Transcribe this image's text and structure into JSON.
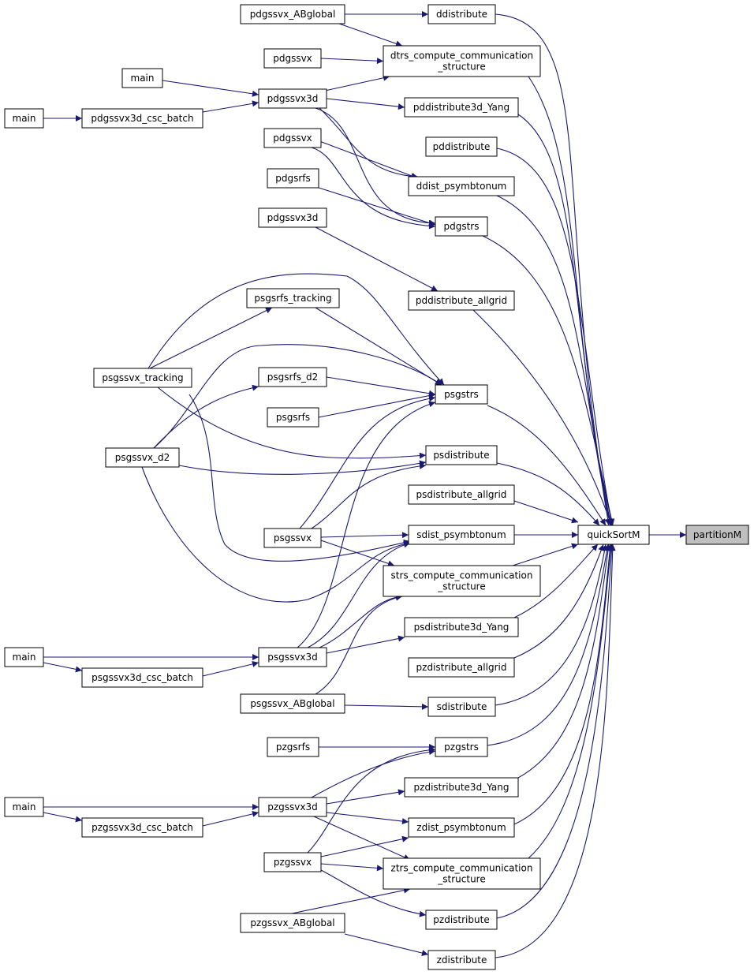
{
  "diagram": {
    "colors": {
      "edge": "#191970",
      "node_border": "#000000",
      "node_fill": "#ffffff",
      "focus_fill": "#bfbfbf"
    },
    "focus": "partitionM",
    "nodes": [
      {
        "id": "partitionM",
        "lines": [
          "partitionM"
        ]
      },
      {
        "id": "quickSortM",
        "lines": [
          "quickSortM"
        ]
      },
      {
        "id": "ddistribute",
        "lines": [
          "ddistribute"
        ]
      },
      {
        "id": "dtrs_ccs",
        "lines": [
          "dtrs_compute_communication",
          "_structure"
        ]
      },
      {
        "id": "pddistribute3d_Yang",
        "lines": [
          "pddistribute3d_Yang"
        ]
      },
      {
        "id": "pddistribute",
        "lines": [
          "pddistribute"
        ]
      },
      {
        "id": "ddist_psymbtonum",
        "lines": [
          "ddist_psymbtonum"
        ]
      },
      {
        "id": "pdgstrs",
        "lines": [
          "pdgstrs"
        ]
      },
      {
        "id": "pddistribute_allgrid",
        "lines": [
          "pddistribute_allgrid"
        ]
      },
      {
        "id": "psgstrs",
        "lines": [
          "psgstrs"
        ]
      },
      {
        "id": "psdistribute",
        "lines": [
          "psdistribute"
        ]
      },
      {
        "id": "psdistribute_allgrid",
        "lines": [
          "psdistribute_allgrid"
        ]
      },
      {
        "id": "sdist_psymbtonum",
        "lines": [
          "sdist_psymbtonum"
        ]
      },
      {
        "id": "strs_ccs",
        "lines": [
          "strs_compute_communication",
          "_structure"
        ]
      },
      {
        "id": "psdistribute3d_Yang",
        "lines": [
          "psdistribute3d_Yang"
        ]
      },
      {
        "id": "pzdistribute_allgrid",
        "lines": [
          "pzdistribute_allgrid"
        ]
      },
      {
        "id": "sdistribute",
        "lines": [
          "sdistribute"
        ]
      },
      {
        "id": "pzgstrs",
        "lines": [
          "pzgstrs"
        ]
      },
      {
        "id": "pzdistribute3d_Yang",
        "lines": [
          "pzdistribute3d_Yang"
        ]
      },
      {
        "id": "zdist_psymbtonum",
        "lines": [
          "zdist_psymbtonum"
        ]
      },
      {
        "id": "ztrs_ccs",
        "lines": [
          "ztrs_compute_communication",
          "_structure"
        ]
      },
      {
        "id": "pzdistribute",
        "lines": [
          "pzdistribute"
        ]
      },
      {
        "id": "zdistribute",
        "lines": [
          "zdistribute"
        ]
      },
      {
        "id": "pdgssvx_ABglobal",
        "lines": [
          "pdgssvx_ABglobal"
        ]
      },
      {
        "id": "pdgssvx_a",
        "lines": [
          "pdgssvx"
        ]
      },
      {
        "id": "pdgssvx3d",
        "lines": [
          "pdgssvx3d"
        ]
      },
      {
        "id": "pdgssvx_b",
        "lines": [
          "pdgssvx"
        ]
      },
      {
        "id": "pdgsrfs",
        "lines": [
          "pdgsrfs"
        ]
      },
      {
        "id": "pdgssvx3d_b",
        "lines": [
          "pdgssvx3d"
        ]
      },
      {
        "id": "psgsrfs_tracking",
        "lines": [
          "psgsrfs_tracking"
        ]
      },
      {
        "id": "psgsrfs_d2",
        "lines": [
          "psgsrfs_d2"
        ]
      },
      {
        "id": "psgsrfs",
        "lines": [
          "psgsrfs"
        ]
      },
      {
        "id": "psgssvx",
        "lines": [
          "psgssvx"
        ]
      },
      {
        "id": "psgssvx3d",
        "lines": [
          "psgssvx3d"
        ]
      },
      {
        "id": "psgssvx_ABglobal",
        "lines": [
          "psgssvx_ABglobal"
        ]
      },
      {
        "id": "pzgsrfs",
        "lines": [
          "pzgsrfs"
        ]
      },
      {
        "id": "pzgssvx3d",
        "lines": [
          "pzgssvx3d"
        ]
      },
      {
        "id": "pzgssvx",
        "lines": [
          "pzgssvx"
        ]
      },
      {
        "id": "pzgssvx_ABglobal",
        "lines": [
          "pzgssvx_ABglobal"
        ]
      },
      {
        "id": "main_d1",
        "lines": [
          "main"
        ]
      },
      {
        "id": "pdgssvx3d_csc_batch",
        "lines": [
          "pdgssvx3d_csc_batch"
        ]
      },
      {
        "id": "main_d2",
        "lines": [
          "main"
        ]
      },
      {
        "id": "psgssvx_tracking",
        "lines": [
          "psgssvx_tracking"
        ]
      },
      {
        "id": "psgssvx_d2",
        "lines": [
          "psgssvx_d2"
        ]
      },
      {
        "id": "main_s",
        "lines": [
          "main"
        ]
      },
      {
        "id": "psgssvx3d_csc_batch",
        "lines": [
          "psgssvx3d_csc_batch"
        ]
      },
      {
        "id": "main_z",
        "lines": [
          "main"
        ]
      },
      {
        "id": "pzgssvx3d_csc_batch",
        "lines": [
          "pzgssvx3d_csc_batch"
        ]
      }
    ],
    "edges": [
      [
        "quickSortM",
        "partitionM"
      ],
      [
        "ddistribute",
        "quickSortM"
      ],
      [
        "dtrs_ccs",
        "quickSortM"
      ],
      [
        "pddistribute3d_Yang",
        "quickSortM"
      ],
      [
        "pddistribute",
        "quickSortM"
      ],
      [
        "ddist_psymbtonum",
        "quickSortM"
      ],
      [
        "pdgstrs",
        "quickSortM"
      ],
      [
        "pddistribute_allgrid",
        "quickSortM"
      ],
      [
        "psgstrs",
        "quickSortM"
      ],
      [
        "psdistribute",
        "quickSortM"
      ],
      [
        "psdistribute_allgrid",
        "quickSortM"
      ],
      [
        "sdist_psymbtonum",
        "quickSortM"
      ],
      [
        "strs_ccs",
        "quickSortM"
      ],
      [
        "psdistribute3d_Yang",
        "quickSortM"
      ],
      [
        "pzdistribute_allgrid",
        "quickSortM"
      ],
      [
        "sdistribute",
        "quickSortM"
      ],
      [
        "pzgstrs",
        "quickSortM"
      ],
      [
        "pzdistribute3d_Yang",
        "quickSortM"
      ],
      [
        "zdist_psymbtonum",
        "quickSortM"
      ],
      [
        "ztrs_ccs",
        "quickSortM"
      ],
      [
        "pzdistribute",
        "quickSortM"
      ],
      [
        "zdistribute",
        "quickSortM"
      ],
      [
        "pdgssvx_ABglobal",
        "ddistribute"
      ],
      [
        "pdgssvx_ABglobal",
        "dtrs_ccs"
      ],
      [
        "pdgssvx_a",
        "dtrs_ccs"
      ],
      [
        "pdgssvx3d",
        "dtrs_ccs"
      ],
      [
        "pdgssvx3d",
        "pddistribute3d_Yang"
      ],
      [
        "pdgssvx3d",
        "ddist_psymbtonum"
      ],
      [
        "pdgssvx3d",
        "pdgstrs"
      ],
      [
        "main_d1",
        "pdgssvx3d"
      ],
      [
        "main_d2",
        "pdgssvx3d_csc_batch"
      ],
      [
        "pdgssvx3d_csc_batch",
        "pdgssvx3d"
      ],
      [
        "pdgssvx_b",
        "ddist_psymbtonum"
      ],
      [
        "pdgssvx_b",
        "pdgstrs"
      ],
      [
        "pdgsrfs",
        "pdgstrs"
      ],
      [
        "pdgssvx3d_b",
        "pddistribute_allgrid"
      ],
      [
        "psgsrfs_tracking",
        "psgstrs"
      ],
      [
        "psgsrfs_d2",
        "psgstrs"
      ],
      [
        "psgsrfs",
        "psgstrs"
      ],
      [
        "psgssvx_tracking",
        "psgsrfs_tracking"
      ],
      [
        "psgssvx_tracking",
        "psgstrs"
      ],
      [
        "psgssvx_tracking",
        "psdistribute"
      ],
      [
        "psgssvx_tracking",
        "sdist_psymbtonum"
      ],
      [
        "psgssvx_d2",
        "psgsrfs_d2"
      ],
      [
        "psgssvx_d2",
        "psgstrs"
      ],
      [
        "psgssvx_d2",
        "psdistribute"
      ],
      [
        "psgssvx_d2",
        "sdist_psymbtonum"
      ],
      [
        "psgssvx",
        "psgstrs"
      ],
      [
        "psgssvx",
        "psdistribute"
      ],
      [
        "psgssvx",
        "sdist_psymbtonum"
      ],
      [
        "psgssvx",
        "strs_ccs"
      ],
      [
        "psgssvx3d",
        "psgstrs"
      ],
      [
        "psgssvx3d",
        "sdist_psymbtonum"
      ],
      [
        "psgssvx3d",
        "strs_ccs"
      ],
      [
        "psgssvx3d",
        "psdistribute3d_Yang"
      ],
      [
        "main_s",
        "psgssvx3d"
      ],
      [
        "main_s",
        "psgssvx3d_csc_batch"
      ],
      [
        "psgssvx3d_csc_batch",
        "psgssvx3d"
      ],
      [
        "psgssvx_ABglobal",
        "strs_ccs"
      ],
      [
        "psgssvx_ABglobal",
        "sdistribute"
      ],
      [
        "pzgsrfs",
        "pzgstrs"
      ],
      [
        "pzgssvx3d",
        "pzgstrs"
      ],
      [
        "pzgssvx3d",
        "pzdistribute3d_Yang"
      ],
      [
        "pzgssvx3d",
        "zdist_psymbtonum"
      ],
      [
        "pzgssvx3d",
        "ztrs_ccs"
      ],
      [
        "main_z",
        "pzgssvx3d"
      ],
      [
        "main_z",
        "pzgssvx3d_csc_batch"
      ],
      [
        "pzgssvx3d_csc_batch",
        "pzgssvx3d"
      ],
      [
        "pzgssvx",
        "pzgstrs"
      ],
      [
        "pzgssvx",
        "zdist_psymbtonum"
      ],
      [
        "pzgssvx",
        "ztrs_ccs"
      ],
      [
        "pzgssvx",
        "pzdistribute"
      ],
      [
        "pzgssvx_ABglobal",
        "ztrs_ccs"
      ],
      [
        "pzgssvx_ABglobal",
        "zdistribute"
      ]
    ]
  }
}
